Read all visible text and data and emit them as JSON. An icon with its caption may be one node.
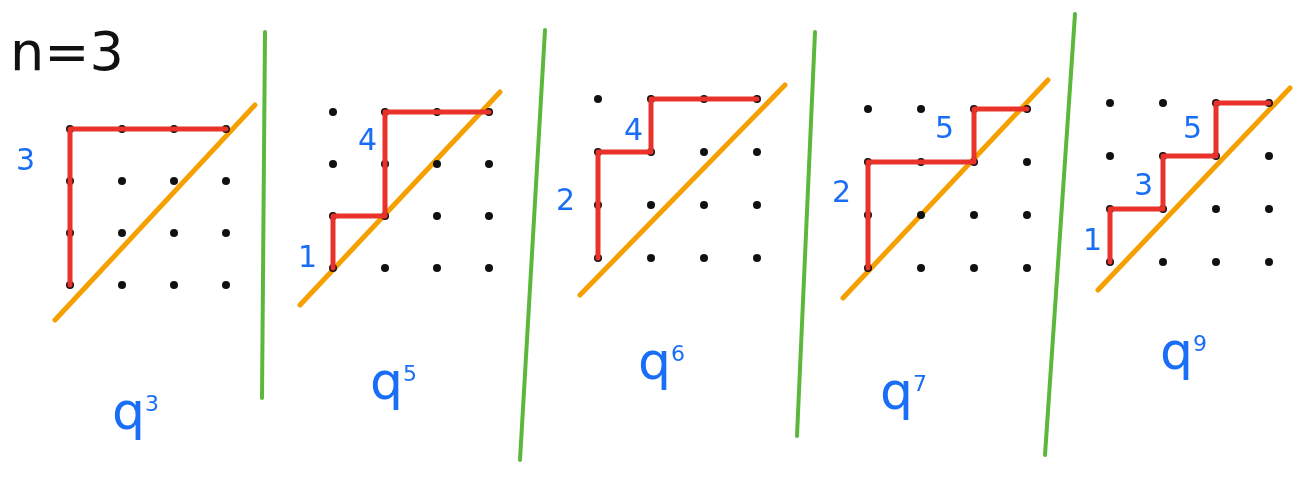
{
  "diagram": {
    "labels": [
      "n=3",
      "3",
      "q$^{3}$",
      "4",
      "1",
      "q$^{5}$",
      "4",
      "2",
      "q$^{6}$",
      "5",
      "2",
      "q$^{7}$",
      "5",
      "3",
      "1",
      "q$^{9}$"
    ]
  }
}
